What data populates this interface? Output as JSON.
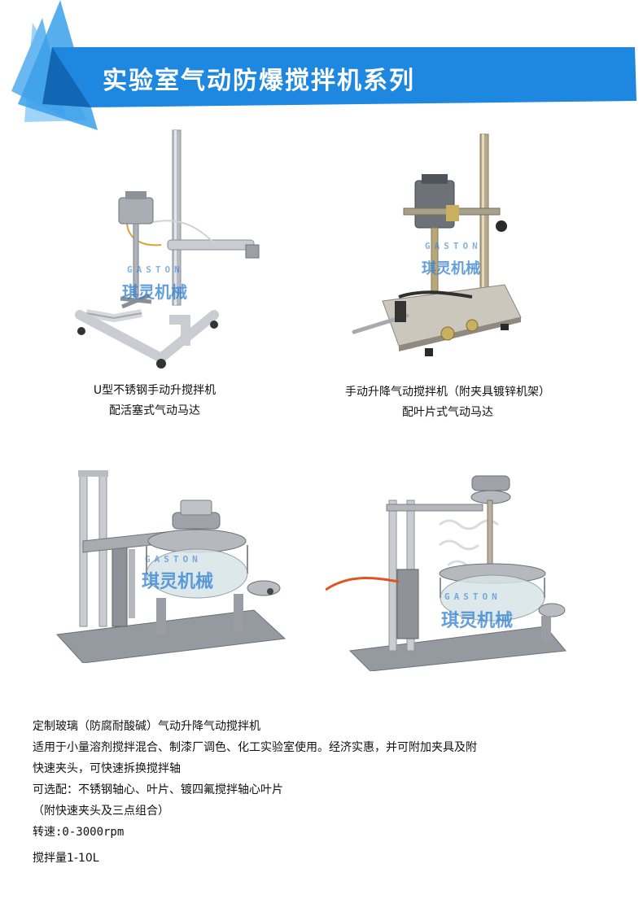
{
  "header": {
    "title": "实验室气动防爆搅拌机系列",
    "colors": {
      "primary": "#1e87e0",
      "light": "#6ab8f2",
      "dark": "#1266b3"
    }
  },
  "watermark": {
    "brand": "GASTON",
    "text": "琪灵机械"
  },
  "products": [
    {
      "caption_lines": [
        "U型不锈钢手动升搅拌机",
        "配活塞式气动马达"
      ]
    },
    {
      "caption_lines": [
        "手动升降气动搅拌机（附夹具镀锌机架）",
        "配叶片式气动马达"
      ]
    },
    {
      "caption_lines": []
    },
    {
      "caption_lines": []
    }
  ],
  "description": {
    "lines": [
      "定制玻璃（防腐耐酸碱）气动升降气动搅拌机",
      "适用于小量溶剂搅拌混合、制漆厂调色、化工实验室使用。经济实惠，并可附加夹具及附",
      "快速夹头，可快速拆换搅拌轴",
      "可选配：不锈钢轴心、叶片、镀四氟搅拌轴心叶片",
      "（附快速夹头及三点组合）",
      "转速:0-3000rpm",
      "搅拌量1-10L"
    ]
  }
}
